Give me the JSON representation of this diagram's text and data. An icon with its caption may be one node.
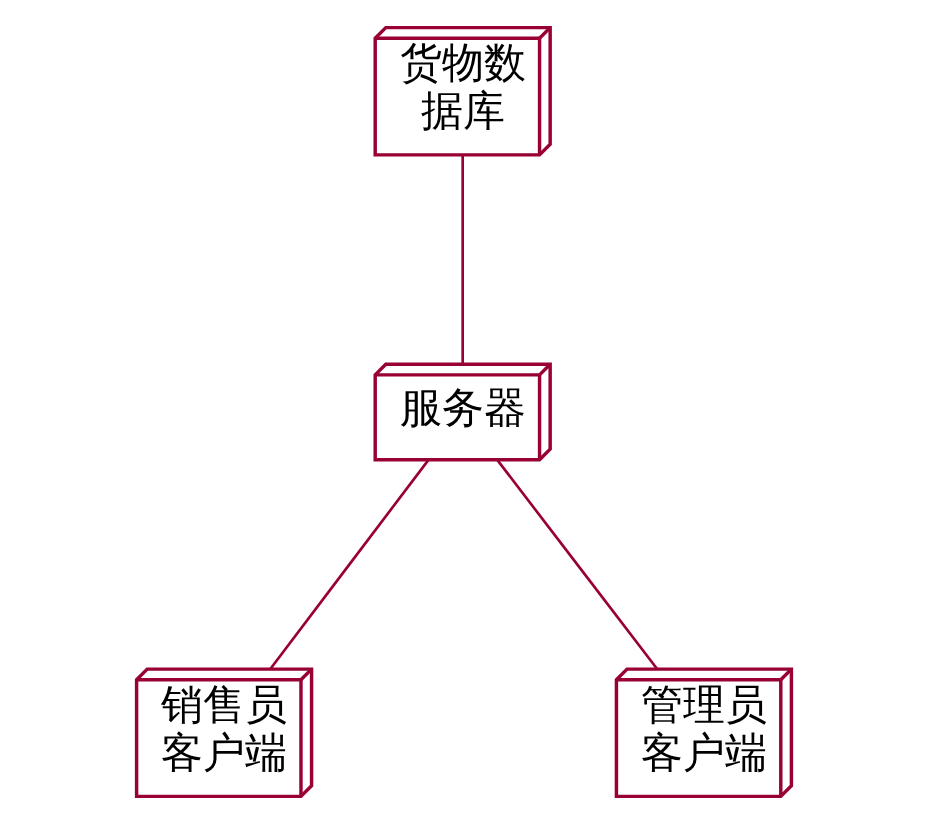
{
  "diagram": {
    "nodes": [
      {
        "text": [
          "货物数据库"
        ]
      },
      {
        "text": [
          "服务器"
        ]
      },
      {
        "text": [
          "销售员客户端"
        ]
      },
      {
        "text": [
          "管理员客户端"
        ]
      }
    ],
    "edges": [
      {
        "from": 0,
        "to": 1,
        "arrow": "none"
      },
      {
        "from": 1,
        "to": 2,
        "arrow": "none"
      },
      {
        "from": 1,
        "to": 3,
        "arrow": "none"
      }
    ]
  }
}
